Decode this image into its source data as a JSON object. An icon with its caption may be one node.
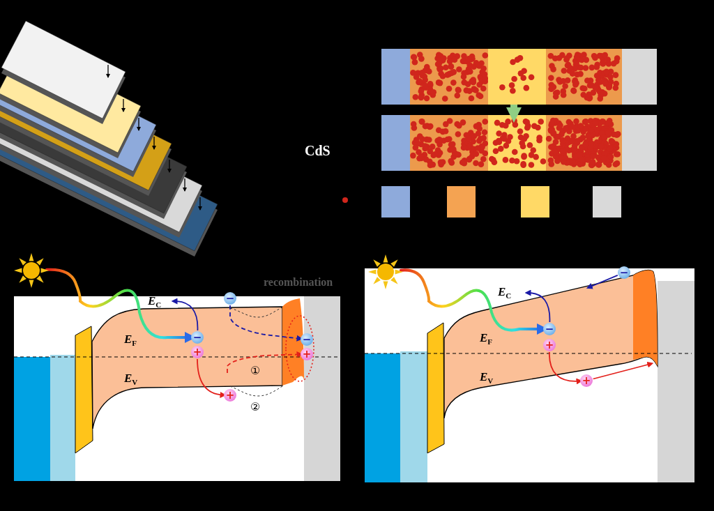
{
  "diagram": {
    "nodes": [
      {
        "text": [
          "−"
        ]
      },
      {
        "text": [
          "−"
        ]
      },
      {
        "text": [
          "+"
        ]
      },
      {
        "text": [
          "+"
        ]
      },
      {
        "text": [
          "−"
        ]
      },
      {
        "text": [
          "+"
        ]
      },
      {
        "text": [
          "−"
        ]
      },
      {
        "text": [
          "−"
        ]
      },
      {
        "text": [
          "+"
        ]
      },
      {
        "text": [
          "+"
        ]
      },
      {
        "text": [],
        "shape": "picture"
      },
      {
        "text": [],
        "shape": "picture"
      },
      {
        "text": [],
        "shape": "bar"
      },
      {
        "text": [],
        "shape": "bar"
      }
    ],
    "edges": [
      {
        "from": 10,
        "to": 1,
        "arrow": "to"
      },
      {
        "from": 1,
        "to": null,
        "arrow": "to",
        "color": "#1a1aa6"
      },
      {
        "from": 2,
        "to": 3,
        "arrow": "to",
        "color": "#e3201b"
      },
      {
        "from": 0,
        "to": 4,
        "arrow": "to",
        "style": "dashed",
        "color": "#1a1aa6"
      },
      {
        "from": null,
        "to": 5,
        "arrow": "to",
        "style": "dashed",
        "color": "#e3201b"
      },
      {
        "from": 11,
        "to": 7,
        "arrow": "to"
      },
      {
        "from": 6,
        "to": null,
        "arrow": "to",
        "color": "#1a1aa6"
      },
      {
        "from": 7,
        "to": null,
        "arrow": "to",
        "color": "#1a1aa6"
      },
      {
        "from": 8,
        "to": 9,
        "arrow": "to",
        "color": "#e3201b"
      },
      {
        "from": 9,
        "to": null,
        "arrow": "to",
        "color": "#e3201b"
      },
      {
        "from": 12,
        "to": 13,
        "arrow": "to",
        "style": "thick",
        "color": "#8fce84"
      }
    ],
    "labels": [
      "CdS",
      "recombination",
      "E$_{C}$",
      "E$_{F}$",
      "①",
      "E$_{V}$",
      "②",
      "E$_{C}$",
      "E$_{F}$",
      "E$_{V}$"
    ]
  }
}
